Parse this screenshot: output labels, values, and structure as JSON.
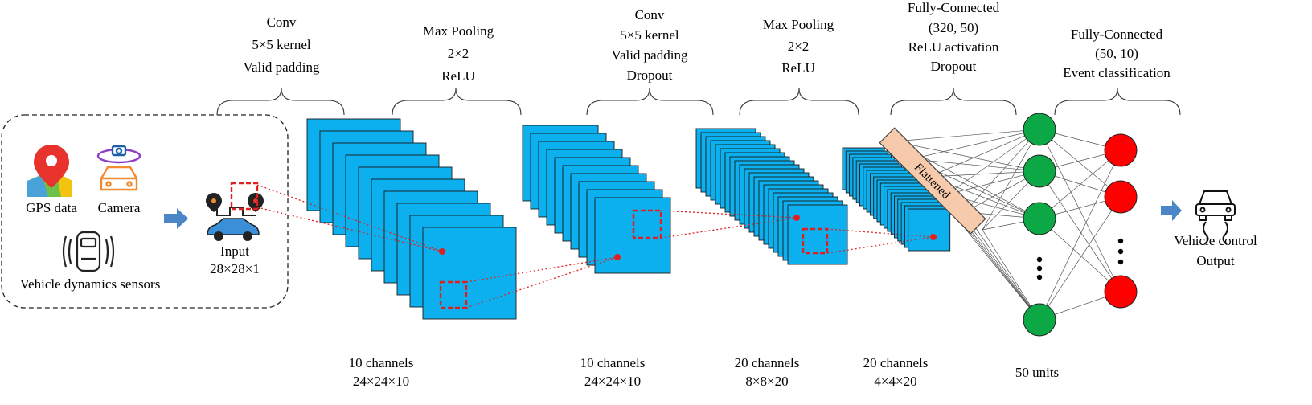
{
  "layer_headers": [
    {
      "lines": [
        "Conv",
        "5×5 kernel",
        "Valid padding"
      ]
    },
    {
      "lines": [
        "Max Pooling",
        "2×2",
        "ReLU"
      ]
    },
    {
      "lines": [
        "Conv",
        "5×5 kernel",
        "Valid padding",
        "Dropout"
      ]
    },
    {
      "lines": [
        "Max Pooling",
        "2×2",
        "ReLU"
      ]
    },
    {
      "lines": [
        "Fully-Connected",
        "(320, 50)",
        "ReLU activation",
        "Dropout"
      ]
    },
    {
      "lines": [
        "Fully-Connected",
        "(50, 10)",
        "Event classification"
      ]
    }
  ],
  "layer_footers": [
    {
      "lines": [
        "10 channels",
        "24×24×10"
      ]
    },
    {
      "lines": [
        "10 channels",
        "24×24×10"
      ]
    },
    {
      "lines": [
        "20 channels",
        "8×8×20"
      ]
    },
    {
      "lines": [
        "20 channels",
        "4×4×20"
      ]
    },
    {
      "lines": [
        "50 units"
      ]
    }
  ],
  "inputs": {
    "gps_label": "GPS data",
    "camera_label": "Camera",
    "sensors_label": "Vehicle dynamics sensors",
    "input_label": "Input",
    "input_dims": "28×28×1"
  },
  "flattened_label": "Flattened",
  "output": {
    "line1": "Vehicle control",
    "line2": "Output"
  },
  "colors": {
    "feature_map": "#0db0ee",
    "hidden_unit": "#0ca846",
    "output_unit": "#ff0000",
    "flatten_bar": "#f7caac",
    "arrow": "#4a86c8",
    "highlight": "#e02020"
  }
}
